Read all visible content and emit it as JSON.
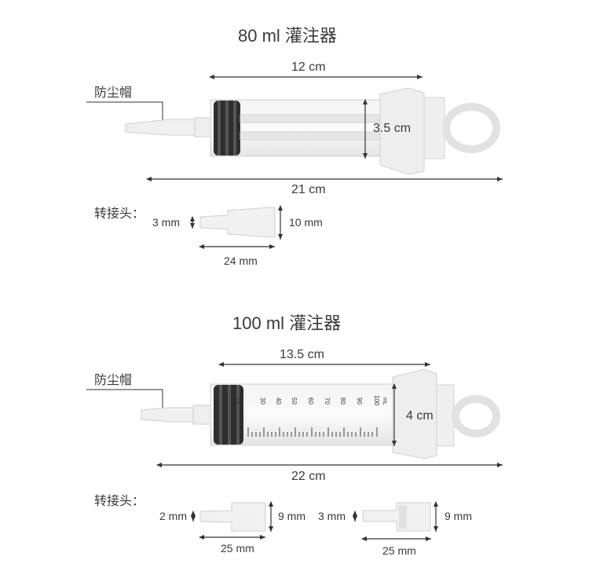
{
  "section1": {
    "title": "80 ml 灌注器",
    "cap_label": "防尘帽",
    "length_barrel": "12 cm",
    "diameter": "3.5 cm",
    "length_total": "21 cm",
    "adapter_label": "转接头：",
    "adapter": {
      "small_diameter": "3 mm",
      "large_diameter": "10 mm",
      "length": "24 mm"
    }
  },
  "section2": {
    "title": "100 ml 灌注器",
    "cap_label": "防尘帽",
    "length_barrel": "13.5 cm",
    "diameter": "4 cm",
    "length_total": "22 cm",
    "adapter_label": "转接头：",
    "scale_marks": [
      "20",
      "30",
      "40",
      "50",
      "60",
      "70",
      "80",
      "90",
      "100"
    ],
    "scale_unit": "mL",
    "adapter_a": {
      "small_diameter": "2 mm",
      "large_diameter": "9 mm",
      "length": "25 mm"
    },
    "adapter_b": {
      "small_diameter": "3 mm",
      "large_diameter": "9 mm",
      "length": "25 mm"
    }
  },
  "colors": {
    "text": "#3a3a3a",
    "plastic": "#e9e9e9",
    "plastic_edge": "#c8c8c8",
    "rubber": "#2b2b2b"
  }
}
